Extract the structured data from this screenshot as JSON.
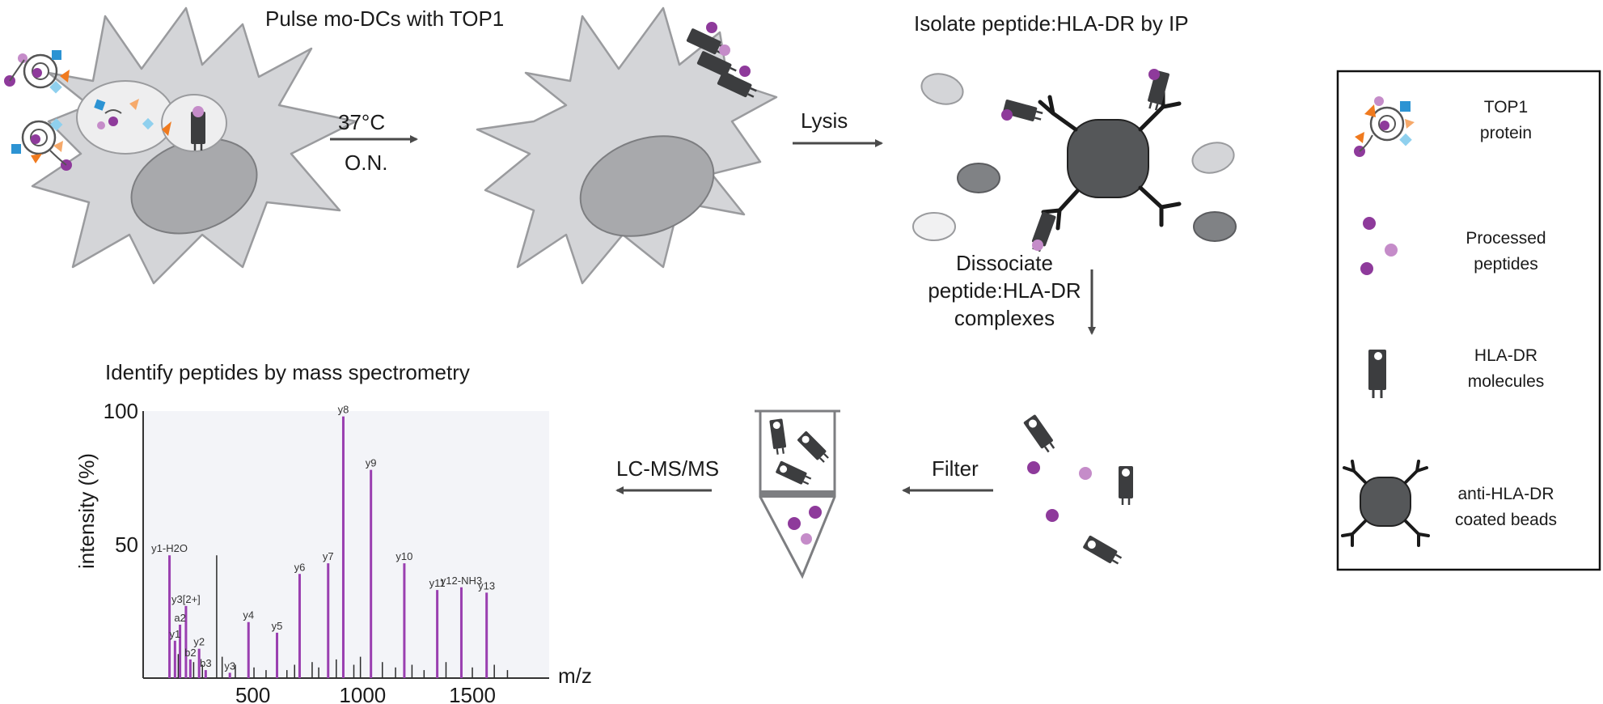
{
  "steps": {
    "pulse": "Pulse mo-DCs with TOP1",
    "isolate": "Isolate peptide:HLA-DR by IP",
    "dissociate": [
      "Dissociate",
      "peptide:HLA-DR",
      "complexes"
    ],
    "identify": "Identify peptides by mass spectrometry"
  },
  "arrows": {
    "incubation": [
      "37°C",
      "O.N."
    ],
    "lysis": "Lysis",
    "filter": "Filter",
    "lcms": "LC-MS/MS"
  },
  "legend": [
    {
      "icon": "top1-protein-icon",
      "label": [
        "TOP1",
        "protein"
      ]
    },
    {
      "icon": "processed-peptides-icon",
      "label": [
        "Processed",
        "peptides"
      ]
    },
    {
      "icon": "hla-dr-molecule-icon",
      "label": [
        "HLA-DR",
        "molecules"
      ]
    },
    {
      "icon": "anti-hla-dr-bead-icon",
      "label": [
        "anti-HLA-DR",
        "coated beads"
      ]
    }
  ],
  "colors": {
    "purple": "#8e3a9b",
    "light_purple": "#c58cc9",
    "orange": "#f07a1e",
    "light_orange": "#f6a96a",
    "blue": "#2c93d3",
    "light_blue": "#8fd0ee",
    "cell_gray": "#d4d5d8",
    "bead_gray": "#555759",
    "hla_gray": "#3c3d3f",
    "annotated_peak": "#9a3fb0"
  },
  "chart_data": {
    "type": "bar",
    "xlabel": "m/z",
    "ylabel": "intensity (%)",
    "xlim": [
      0,
      1850
    ],
    "ylim": [
      0,
      100
    ],
    "xticks": [
      500,
      1000,
      1500
    ],
    "yticks": [
      50,
      100
    ],
    "annotated_peaks": [
      {
        "label": "y1-H2O",
        "x": 120,
        "y": 46
      },
      {
        "label": "y1",
        "x": 145,
        "y": 14
      },
      {
        "label": "a2",
        "x": 168,
        "y": 20
      },
      {
        "label": "y3[2+]",
        "x": 195,
        "y": 27
      },
      {
        "label": "b2",
        "x": 215,
        "y": 7
      },
      {
        "label": "y2",
        "x": 255,
        "y": 11
      },
      {
        "label": "b3",
        "x": 285,
        "y": 3
      },
      {
        "label": "y3",
        "x": 395,
        "y": 2
      },
      {
        "label": "y4",
        "x": 480,
        "y": 21
      },
      {
        "label": "y5",
        "x": 610,
        "y": 17
      },
      {
        "label": "y6",
        "x": 713,
        "y": 39
      },
      {
        "label": "y7",
        "x": 843,
        "y": 43
      },
      {
        "label": "y8",
        "x": 912,
        "y": 98
      },
      {
        "label": "y9",
        "x": 1038,
        "y": 78
      },
      {
        "label": "y10",
        "x": 1190,
        "y": 43
      },
      {
        "label": "y11",
        "x": 1340,
        "y": 33
      },
      {
        "label": "y12-NH3",
        "x": 1450,
        "y": 34
      },
      {
        "label": "y13",
        "x": 1565,
        "y": 32
      }
    ],
    "other_peaks": [
      {
        "x": 160,
        "y": 9
      },
      {
        "x": 230,
        "y": 6
      },
      {
        "x": 270,
        "y": 5
      },
      {
        "x": 335,
        "y": 46
      },
      {
        "x": 360,
        "y": 8
      },
      {
        "x": 420,
        "y": 5
      },
      {
        "x": 505,
        "y": 4
      },
      {
        "x": 560,
        "y": 3
      },
      {
        "x": 655,
        "y": 3
      },
      {
        "x": 690,
        "y": 5
      },
      {
        "x": 770,
        "y": 6
      },
      {
        "x": 800,
        "y": 4
      },
      {
        "x": 880,
        "y": 7
      },
      {
        "x": 960,
        "y": 5
      },
      {
        "x": 990,
        "y": 8
      },
      {
        "x": 1090,
        "y": 6
      },
      {
        "x": 1150,
        "y": 4
      },
      {
        "x": 1225,
        "y": 5
      },
      {
        "x": 1280,
        "y": 3
      },
      {
        "x": 1380,
        "y": 6
      },
      {
        "x": 1500,
        "y": 4
      },
      {
        "x": 1600,
        "y": 5
      },
      {
        "x": 1660,
        "y": 3
      }
    ]
  }
}
